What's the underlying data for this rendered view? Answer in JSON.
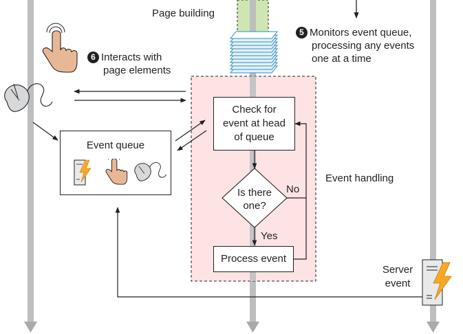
{
  "labels": {
    "page_building": "Page building",
    "monitor_step": "5",
    "monitor_line1": "Monitors event queue,",
    "monitor_line2": "processing any events",
    "monitor_line3": "one at a time",
    "interact_step": "6",
    "interact_line1": "Interacts with",
    "interact_line2": "page elements",
    "event_queue": "Event queue",
    "check_line1": "Check for",
    "check_line2": "event at head",
    "check_line3": "of queue",
    "decision_line1": "Is there",
    "decision_line2": "one?",
    "no": "No",
    "yes": "Yes",
    "process_event": "Process event",
    "event_handling": "Event handling",
    "server_line1": "Server",
    "server_line2": "event"
  },
  "icons": [
    "hand-tap-icon",
    "mouse-icon",
    "stacked-pages-icon",
    "server-lightning-icon"
  ],
  "colors": {
    "lane": "#bcbec0",
    "lane_head": "#a7a9ac",
    "green": "#cfe6b3",
    "handling_fill": "#fde3e3",
    "ink": "#231f20",
    "hand": "#e8b896",
    "lightning": "#f7a823"
  }
}
